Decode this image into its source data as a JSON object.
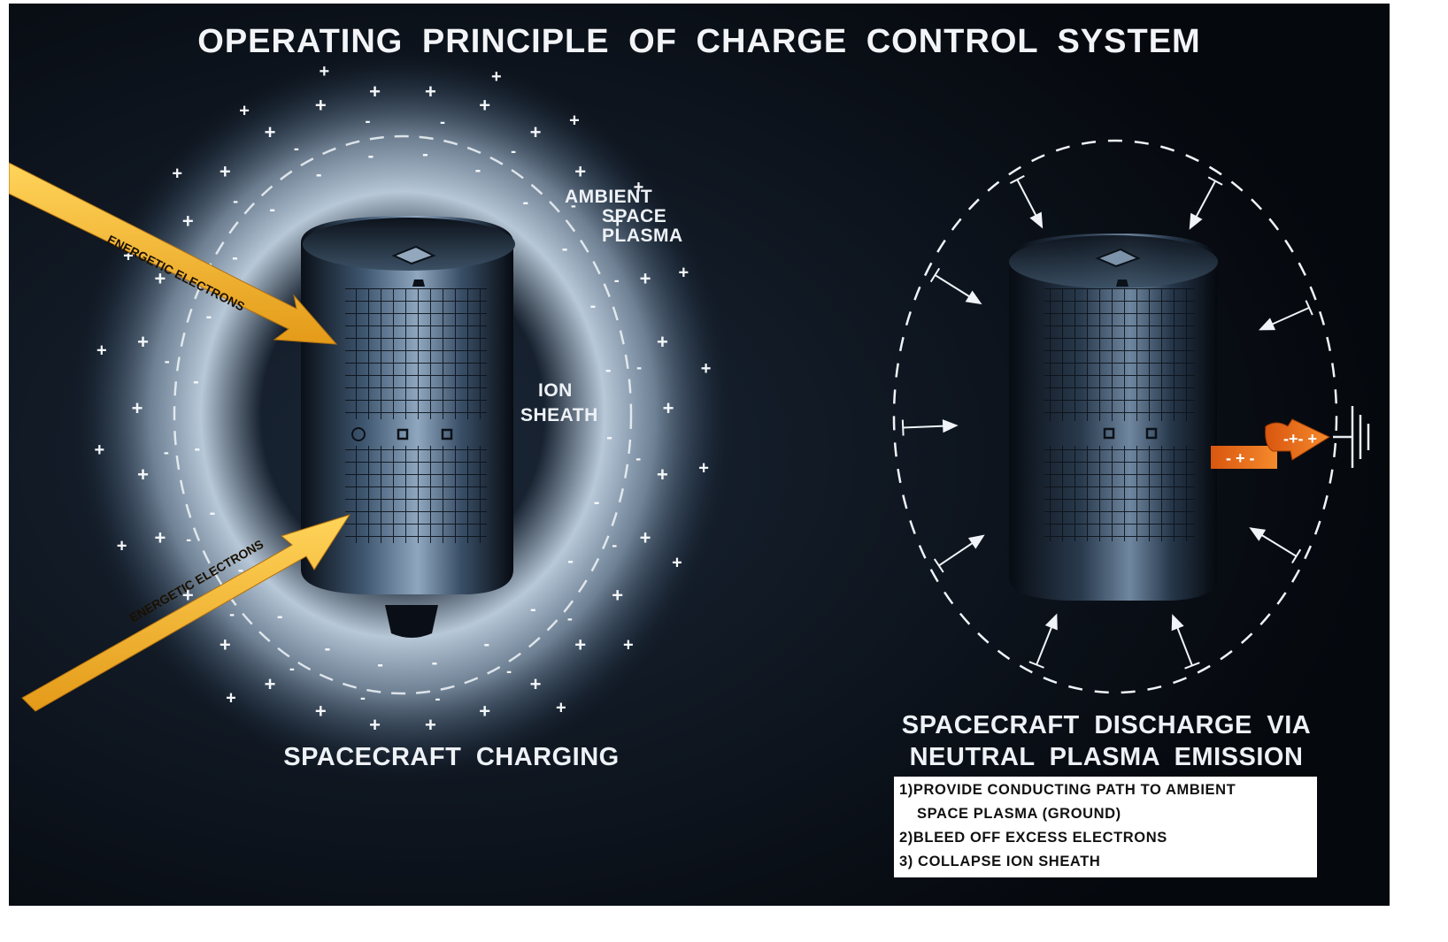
{
  "title": "OPERATING  PRINCIPLE OF CHARGE  CONTROL  SYSTEM",
  "left_panel": {
    "caption": "SPACECRAFT  CHARGING",
    "plasma_label": [
      "AMBIENT",
      "SPACE",
      "PLASMA"
    ],
    "sheath_label": [
      "ION",
      "SHEATH"
    ],
    "arrow_top": "ENERGETIC ELECTRONS",
    "arrow_bottom": "ENERGETIC ELECTRONS"
  },
  "right_panel": {
    "caption_line1": "SPACECRAFT  DISCHARGE  VIA",
    "caption_line2": "NEUTRAL  PLASMA  EMISSION",
    "steps": [
      "1)PROVIDE CONDUCTING PATH TO AMBIENT",
      "SPACE PLASMA (GROUND)",
      "2)BLEED OFF EXCESS ELECTRONS",
      "3) COLLAPSE ION SHEATH"
    ]
  },
  "colors": {
    "background": "#06090f",
    "glow": "#c8ddf0",
    "arrow_yellow": "#f2ae28",
    "emission_orange": "#e8651a",
    "text": "#eef2f6"
  }
}
